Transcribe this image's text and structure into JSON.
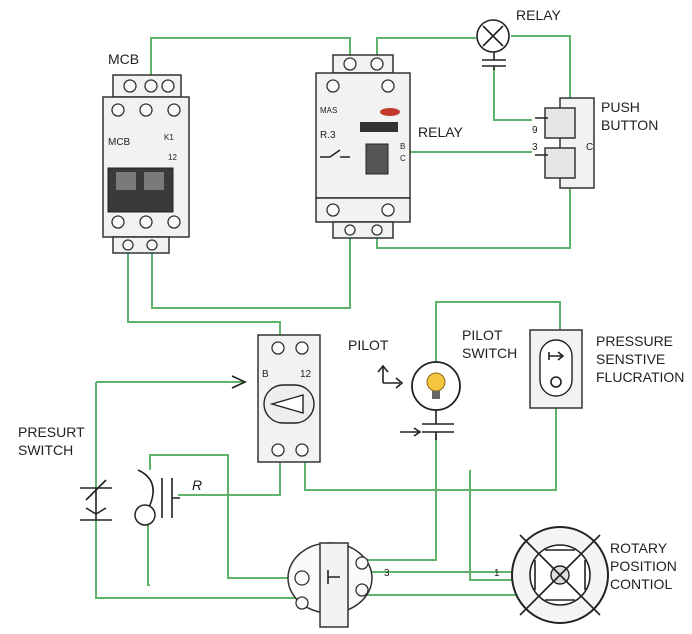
{
  "labels": {
    "mcb_top": "MCB",
    "mcb_body": "MCB",
    "mcb_rating_a": "K1",
    "mcb_rating_b": "12",
    "relay_top": "RELAY",
    "relay_side": "RELAY",
    "relay_brand": "MAS",
    "relay_model": "R.3",
    "relay_term_b": "B",
    "relay_term_c": "C",
    "push_button_1": "PUSH",
    "push_button_2": "BUTTON",
    "pb_term_9": "9",
    "pb_term_3": "3",
    "pb_term_c": "C",
    "pilot": "PILOT",
    "pilot_switch_1": "PILOT",
    "pilot_switch_2": "SWITCH",
    "pressure_1": "PRESSURE",
    "pressure_2": "SENSTIVE",
    "pressure_3": "FLUCRATION",
    "presurt_1": "PRESURT",
    "presurt_2": "SWITCH",
    "breaker_b": "B",
    "breaker_12": "12",
    "r_label": "R",
    "wire_3": "3",
    "wire_1": "1",
    "rotary_1": "ROTARY",
    "rotary_2": "POSITION",
    "rotary_3": "CONTIOL"
  },
  "colors": {
    "wire": "#5fb36a",
    "lamp": "#f5c542",
    "relay_led": "#c0392b"
  }
}
